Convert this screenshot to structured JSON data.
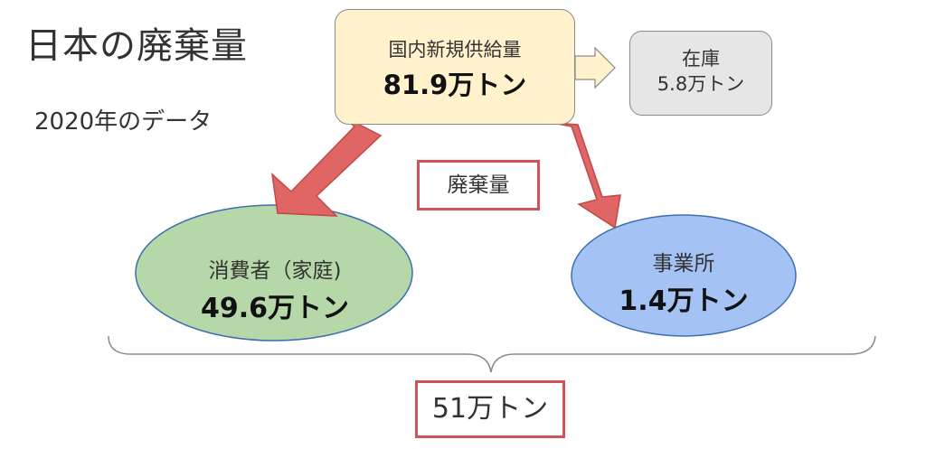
{
  "title": "日本の廃棄量",
  "subtitle": "2020年のデータ",
  "supply": {
    "label": "国内新規供給量",
    "value": "81.9万トン"
  },
  "stock": {
    "label": "在庫",
    "value": "5.8万トン"
  },
  "waste_label": "廃棄量",
  "consumer": {
    "label": "消費者（家庭)",
    "value": "49.6万トン"
  },
  "business": {
    "label": "事業所",
    "value": "1.4万トン"
  },
  "total": "51万トン",
  "colors": {
    "supply_fill": "#fff2cc",
    "stock_fill": "#e6e6e6",
    "consumer_fill": "#b6d7a8",
    "business_fill": "#a4c2f4",
    "arrow_red": "#e06666",
    "highlight_border": "#d0555a"
  }
}
